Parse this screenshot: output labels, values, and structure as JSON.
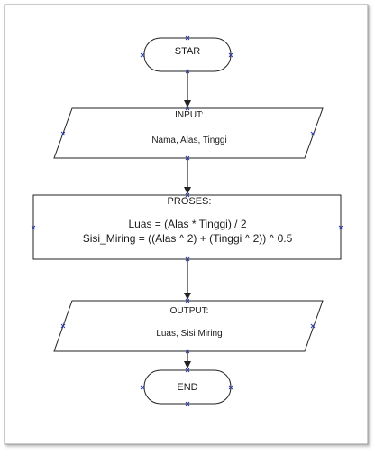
{
  "flowchart": {
    "start": "STAR",
    "input_header": "INPUT:",
    "input_body": "Nama, Alas, Tinggi",
    "process_header": "PROSES:",
    "process_line1": "Luas = (Alas * Tinggi) / 2",
    "process_line2": "Sisi_Miring = ((Alas ^ 2) + (Tinggi ^ 2)) ^ 0.5",
    "output_header": "OUTPUT:",
    "output_body": "Luas, Sisi Miring",
    "end": "END"
  },
  "colors": {
    "stroke": "#222222",
    "handle": "#2b3fa8",
    "frame": "#9a9a9a"
  }
}
